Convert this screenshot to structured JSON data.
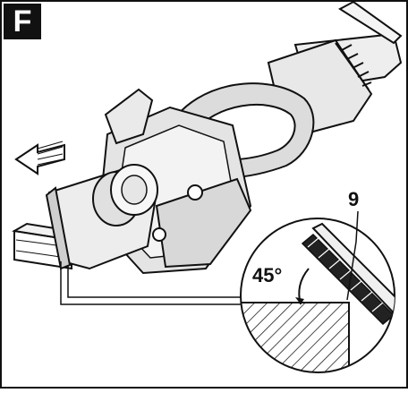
{
  "figure": {
    "label": "F",
    "callout_number": "9",
    "angle_label": "45°"
  },
  "colors": {
    "ink": "#111111",
    "tool_fill": "#e6e6e6",
    "tool_shadow": "#bdbdbd",
    "background": "#ffffff"
  }
}
